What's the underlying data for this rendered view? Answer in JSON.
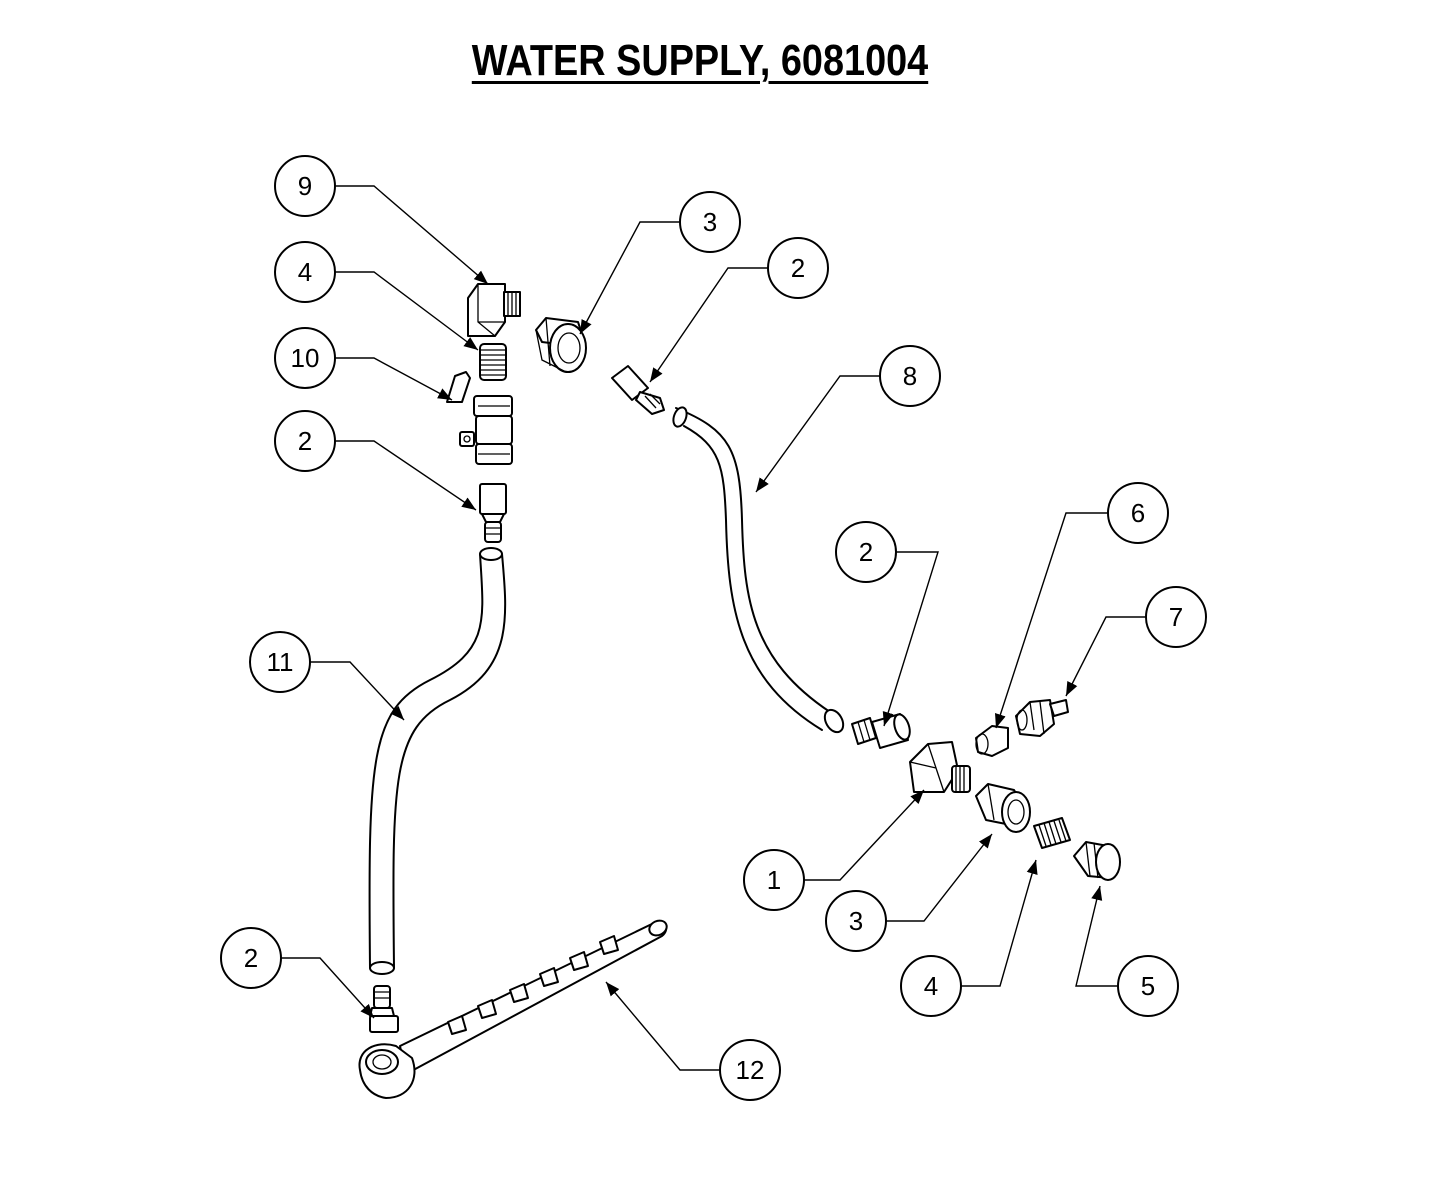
{
  "title": "WATER SUPPLY, 6081004",
  "callouts": [
    {
      "id": "c9",
      "label": "9"
    },
    {
      "id": "c4a",
      "label": "4"
    },
    {
      "id": "c10",
      "label": "10"
    },
    {
      "id": "c2a",
      "label": "2"
    },
    {
      "id": "c3a",
      "label": "3"
    },
    {
      "id": "c2b",
      "label": "2"
    },
    {
      "id": "c8",
      "label": "8"
    },
    {
      "id": "c11",
      "label": "11"
    },
    {
      "id": "c2c",
      "label": "2"
    },
    {
      "id": "c6",
      "label": "6"
    },
    {
      "id": "c7",
      "label": "7"
    },
    {
      "id": "c1",
      "label": "1"
    },
    {
      "id": "c3b",
      "label": "3"
    },
    {
      "id": "c4b",
      "label": "4"
    },
    {
      "id": "c5",
      "label": "5"
    },
    {
      "id": "c2d",
      "label": "2"
    },
    {
      "id": "c12",
      "label": "12"
    }
  ],
  "colors": {
    "line": "#000000",
    "background": "#ffffff"
  }
}
